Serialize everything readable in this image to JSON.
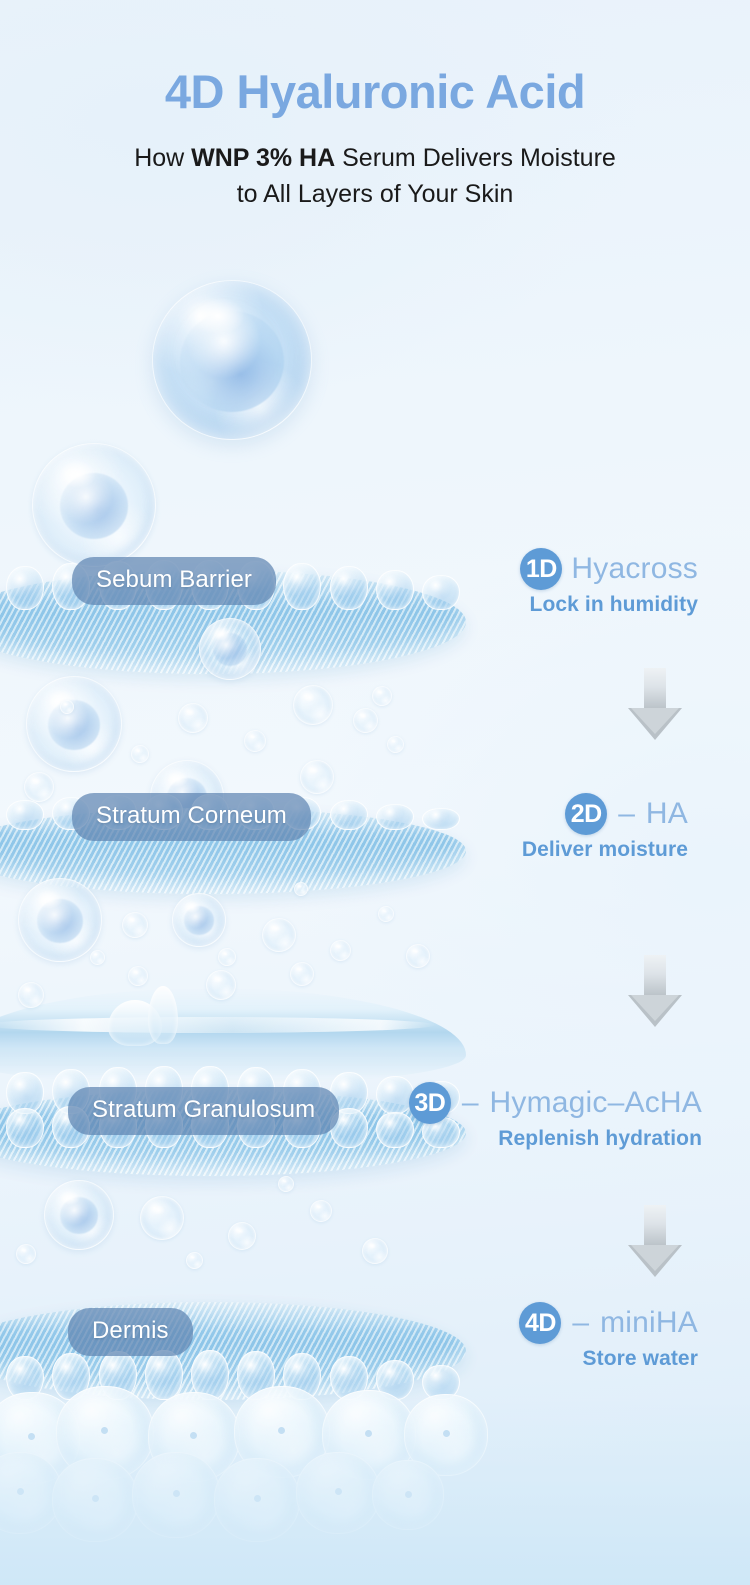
{
  "header": {
    "title": "4D Hyaluronic Acid",
    "subtitle_pre": "How ",
    "subtitle_bold": "WNP 3% HA",
    "subtitle_post": " Serum Delivers Moisture",
    "subtitle_line2": "to All Layers of Your Skin"
  },
  "skin_layers": [
    {
      "label": "Sebum Barrier"
    },
    {
      "label": "Stratum Corneum"
    },
    {
      "label": "Stratum Granulosum"
    },
    {
      "label": "Dermis"
    }
  ],
  "callouts": [
    {
      "badge": "1D",
      "dash": "",
      "ingredient": "Hyacross",
      "benefit": "Lock in humidity"
    },
    {
      "badge": "2D",
      "dash": "–",
      "ingredient": "HA",
      "benefit": "Deliver moisture"
    },
    {
      "badge": "3D",
      "dash": "–",
      "ingredient": "Hymagic–AcHA",
      "benefit": "Replenish hydration"
    },
    {
      "badge": "4D",
      "dash": "–",
      "ingredient": "miniHA",
      "benefit": "Store water"
    }
  ],
  "arrows": [
    {
      "name": "arrow-1d-to-2d"
    },
    {
      "name": "arrow-2d-to-3d"
    },
    {
      "name": "arrow-3d-to-4d"
    }
  ],
  "colors": {
    "title_blue": "#7aa8e0",
    "badge_blue": "#5e9bd6",
    "ingredient_blue": "#8fb7e2",
    "benefit_blue": "#5e9bd6",
    "pill_bg": "rgba(95,133,178,.72)",
    "background": "#eaf3fb",
    "arrow_gray": "#b9c1c7"
  }
}
